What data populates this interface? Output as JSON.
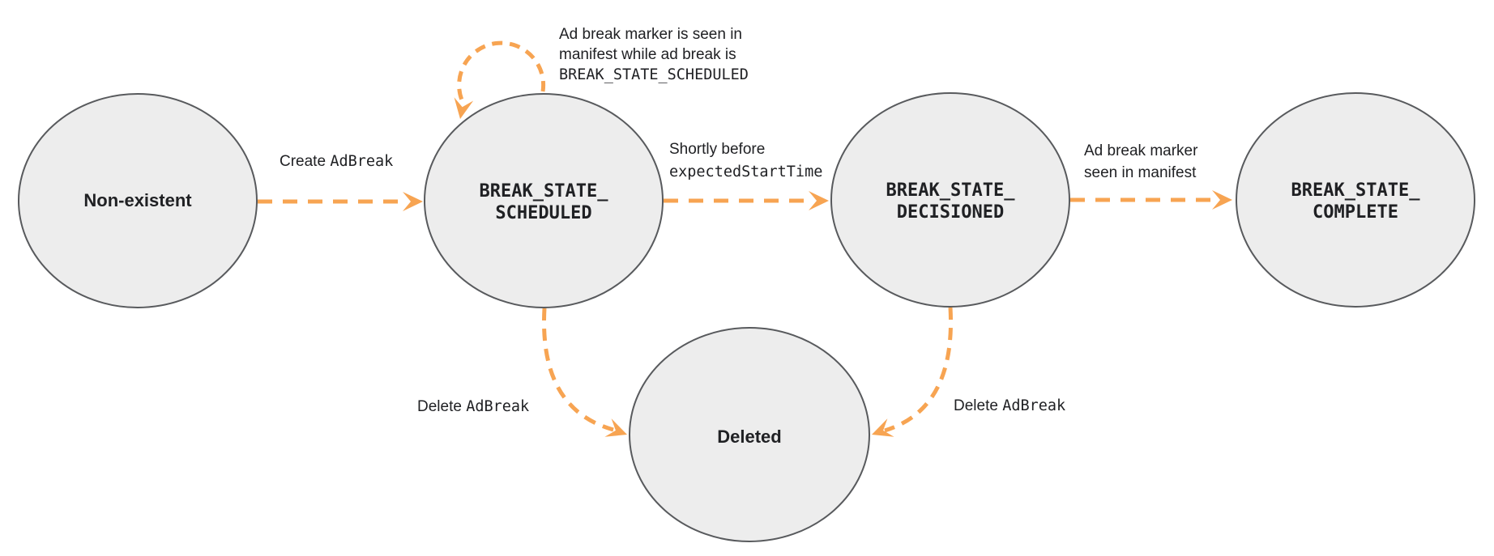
{
  "colors": {
    "arrow_orange": "#F7A452",
    "node_fill": "#EDEDED",
    "node_stroke": "#585A5D",
    "text": "#202124"
  },
  "states": {
    "non_existent": {
      "label": "Non-existent"
    },
    "scheduled": {
      "line1": "BREAK_STATE_",
      "line2": "SCHEDULED"
    },
    "decisioned": {
      "line1": "BREAK_STATE_",
      "line2": "DECISIONED"
    },
    "complete": {
      "line1": "BREAK_STATE_",
      "line2": "COMPLETE"
    },
    "deleted": {
      "label": "Deleted"
    }
  },
  "transitions": {
    "create": {
      "plain": "Create ",
      "code": "AdBreak"
    },
    "self_loop": {
      "line1": "Ad break marker is seen in",
      "line2": "manifest while ad break is",
      "line3_code": "BREAK_STATE_SCHEDULED"
    },
    "shortly_before": {
      "line1": "Shortly before",
      "line2_code": "expectedStartTime"
    },
    "marker_seen": {
      "line1": "Ad break marker",
      "line2": "seen in manifest"
    },
    "delete_left": {
      "plain": "Delete ",
      "code": "AdBreak"
    },
    "delete_right": {
      "plain": "Delete ",
      "code": "AdBreak"
    }
  }
}
